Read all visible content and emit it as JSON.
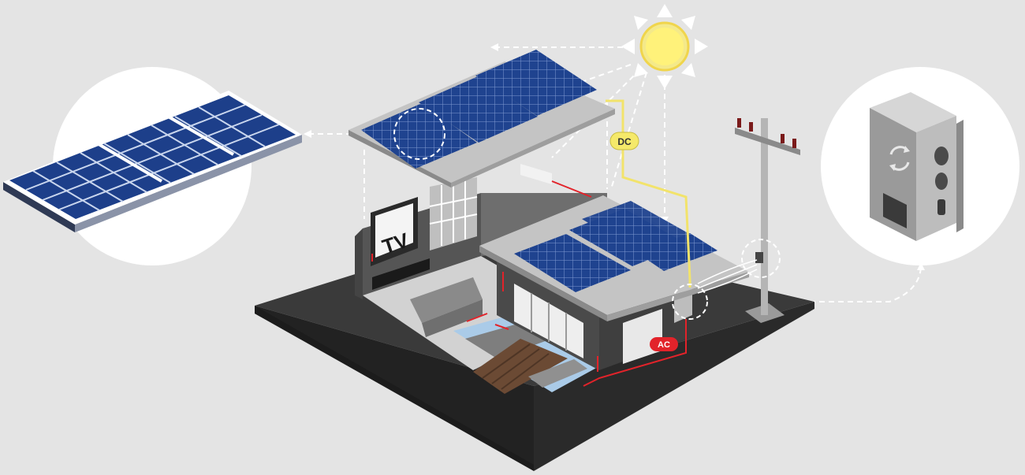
{
  "labels": {
    "tv": "TV",
    "dc": "DC",
    "ac": "AC"
  },
  "icons": {
    "sun": "sun-icon",
    "solar_panel": "solar-panel-icon",
    "inverter": "inverter-icon",
    "utility_pole": "utility-pole-icon",
    "house": "house-icon",
    "refresh": "refresh-arrows-icon"
  },
  "colors": {
    "background": "#e4e4e4",
    "panel_blue": "#1d3f8a",
    "dc_wire": "#f2e36b",
    "ac_wire": "#e2232a",
    "dc_badge": "#f5e96a",
    "ac_badge": "#e2232a",
    "ground": "#3a3a3a",
    "water": "#aacbe8"
  }
}
